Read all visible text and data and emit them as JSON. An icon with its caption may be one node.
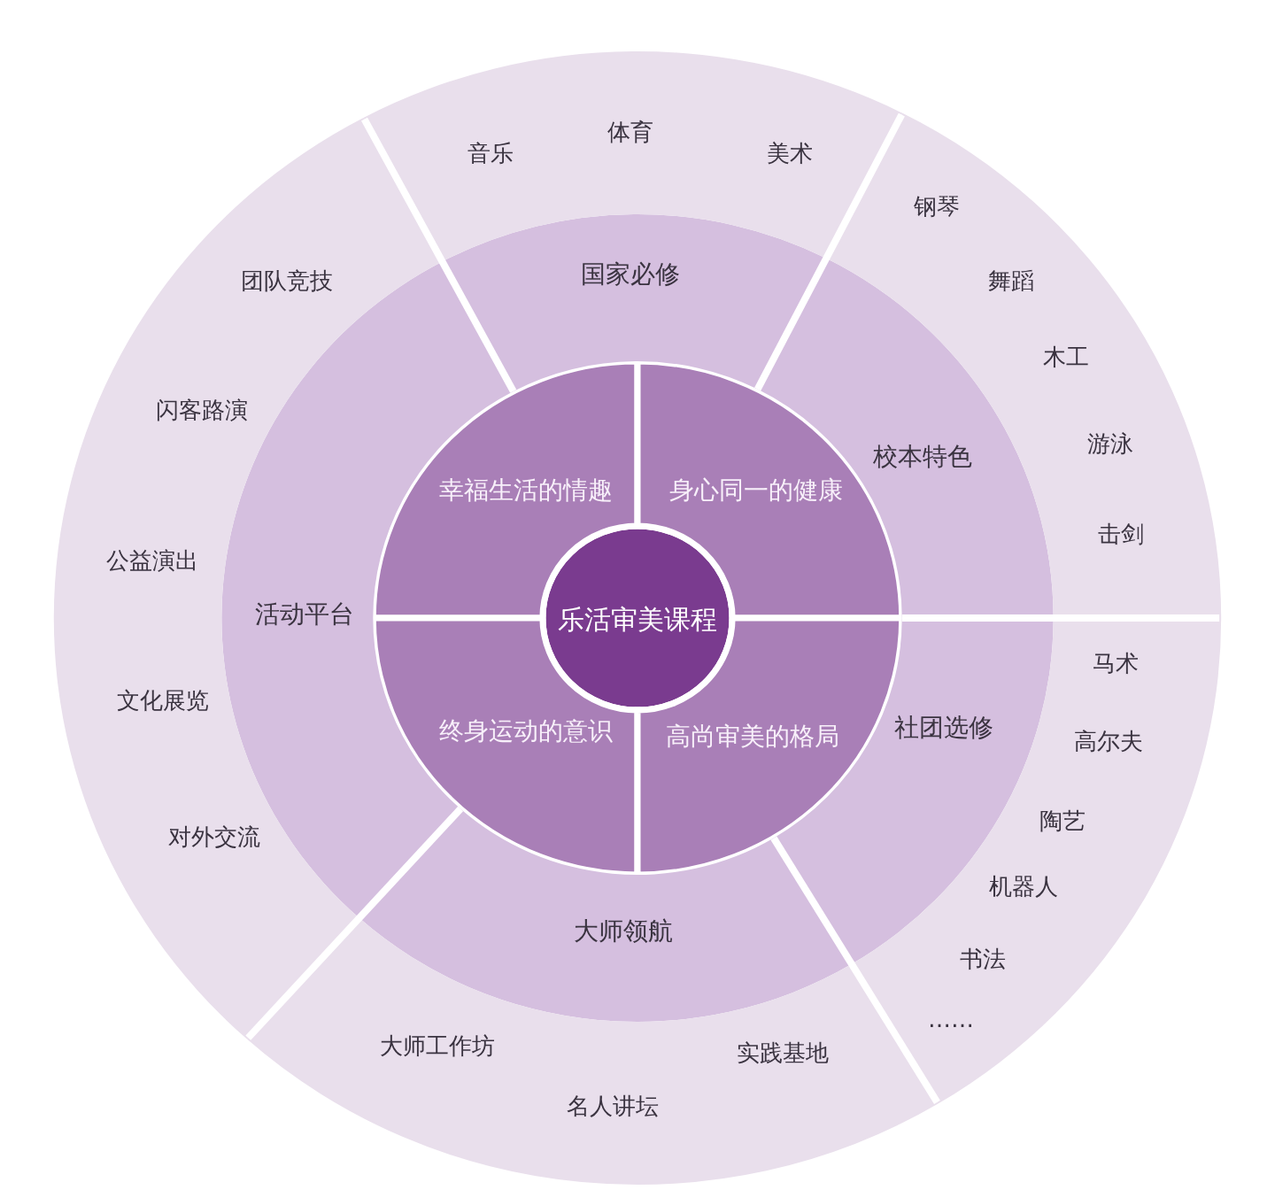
{
  "diagram": {
    "nodes": [
      {
        "text": [
          "乐活审美课程"
        ]
      },
      {
        "text": [
          "幸福生活的情趣"
        ]
      },
      {
        "text": [
          "身心同一的健康"
        ]
      },
      {
        "text": [
          "终身运动的意识"
        ]
      },
      {
        "text": [
          "高尚审美的格局"
        ]
      },
      {
        "text": [
          "国家必修"
        ]
      },
      {
        "text": [
          "校本特色"
        ]
      },
      {
        "text": [
          "社团选修"
        ]
      },
      {
        "text": [
          "大师领航"
        ]
      },
      {
        "text": [
          "活动平台"
        ]
      },
      {
        "text": [
          "音乐",
          "体育",
          "美术"
        ]
      },
      {
        "text": [
          "钢琴",
          "舞蹈",
          "木工",
          "游泳",
          "击剑"
        ]
      },
      {
        "text": [
          "马术",
          "高尔夫",
          "陶艺",
          "机器人",
          "书法",
          "……"
        ]
      },
      {
        "text": [
          "大师工作坊",
          "名人讲坛",
          "实践基地"
        ]
      },
      {
        "text": [
          "团队竞技",
          "闪客路演",
          "公益演出",
          "文化展览",
          "对外交流"
        ]
      }
    ]
  }
}
